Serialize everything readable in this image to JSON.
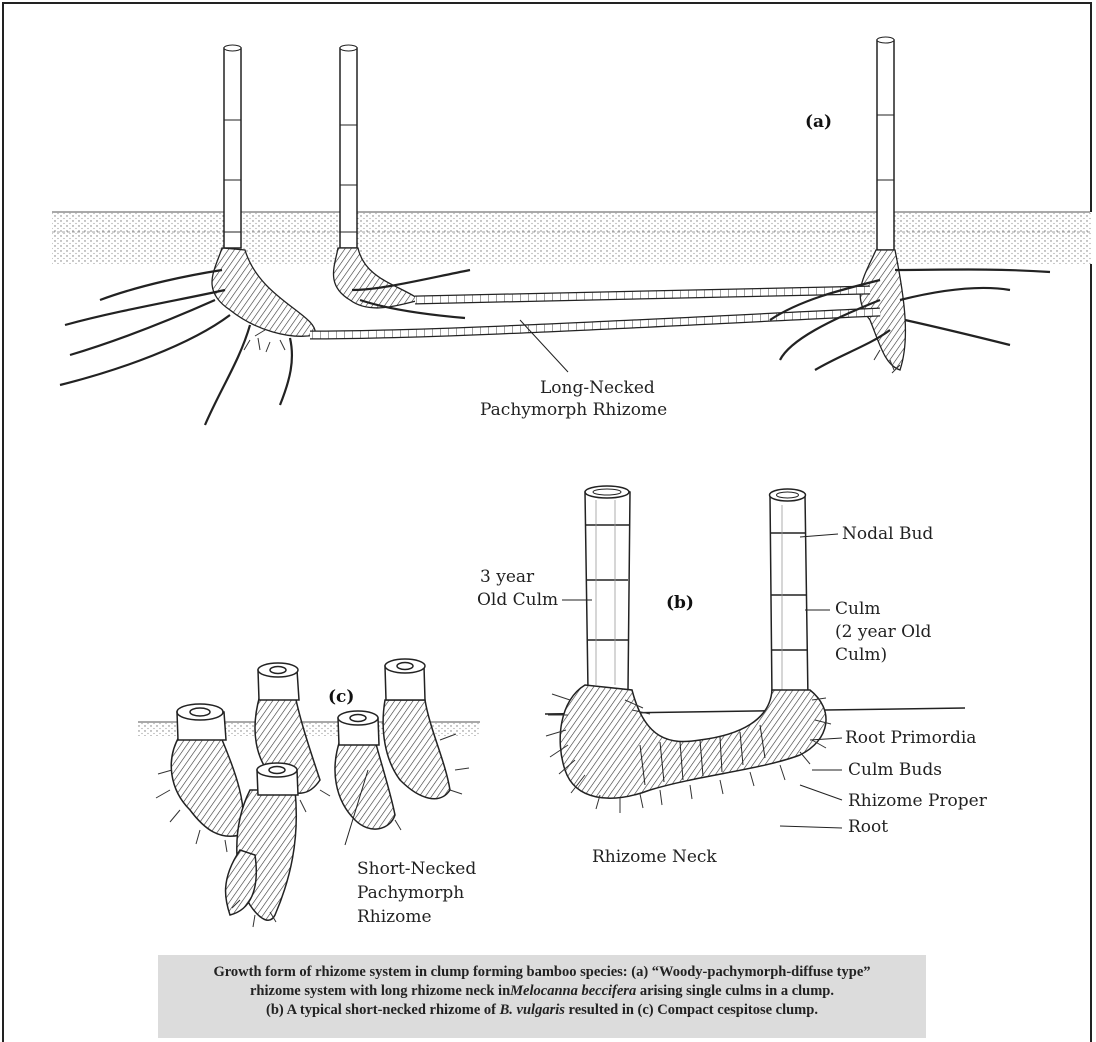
{
  "panels": {
    "a": {
      "tag": "(a)",
      "label_line1": "Long-Necked",
      "label_line2": "Pachymorph Rhizome"
    },
    "b": {
      "tag": "(b)"
    },
    "c": {
      "tag": "(c)",
      "label_line1": "Short-Necked",
      "label_line2": "Pachymorph",
      "label_line3": "Rhizome"
    }
  },
  "labels_b": {
    "old_culm_line1": "3 year",
    "old_culm_line2": "Old Culm",
    "nodal_bud": "Nodal Bud",
    "culm_line1": "Culm",
    "culm_line2": "(2 year Old",
    "culm_line3": "Culm)",
    "root_primordia": "Root Primordia",
    "culm_buds": "Culm Buds",
    "rhizome_proper": "Rhizome Proper",
    "root": "Root",
    "rhizome_neck": "Rhizome Neck"
  },
  "caption": {
    "line1": "Growth form of rhizome system in clump forming bamboo species:  (a) “Woody-pachymorph-diffuse type”",
    "line2_pre": "rhizome system with long rhizome neck  in",
    "line2_italic": "Melocanna beccifera",
    "line2_post": " arising single culms in a clump.",
    "line3_pre": "(b) A typical short-necked rhizome of ",
    "line3_italic": "B. vulgaris",
    "line3_post": " resulted in (c) Compact cespitose clump."
  }
}
